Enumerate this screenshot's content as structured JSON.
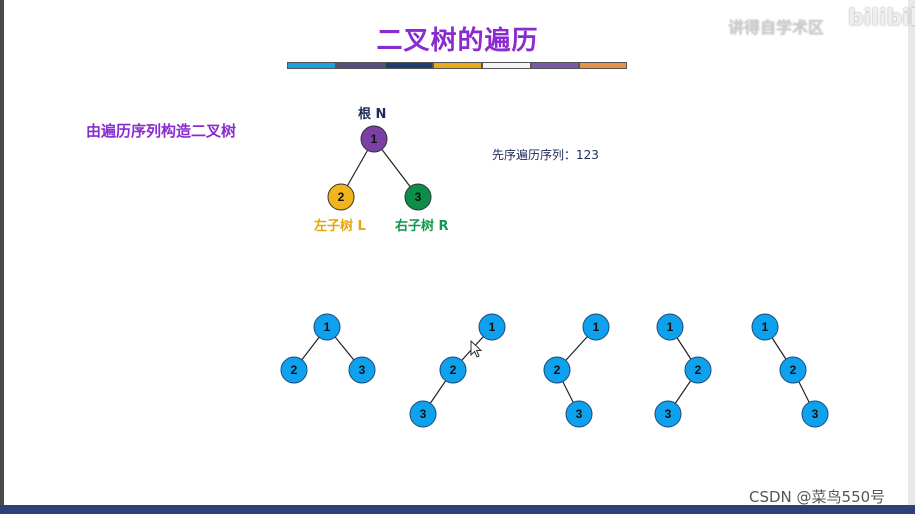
{
  "slide": {
    "title": "二叉树的遍历",
    "subtitle": "由遍历序列构造二叉树",
    "preorder_text": "先序遍历序列：123",
    "color_bar": [
      "#1aa1e0",
      "#5a4f7c",
      "#1f3c6e",
      "#e6a91f",
      "#f4f4f4",
      "#7a5aa6",
      "#e8914a"
    ]
  },
  "top_tree": {
    "root_label": "根 N",
    "root_value": "1",
    "left_value": "2",
    "right_value": "3",
    "left_caption": "左子树 L",
    "right_caption": "右子树 R",
    "colors": {
      "root": "#7b3fa5",
      "left": "#f1b41a",
      "right": "#0c8d4a",
      "left_text": "#e8a50a",
      "right_text": "#12954c",
      "root_text": "#1e2a5a"
    }
  },
  "shapes": [
    {
      "name": "shape-1",
      "nodes": [
        "1",
        "2",
        "3"
      ]
    },
    {
      "name": "shape-2",
      "nodes": [
        "1",
        "2",
        "3"
      ]
    },
    {
      "name": "shape-3",
      "nodes": [
        "1",
        "2",
        "3"
      ]
    },
    {
      "name": "shape-4",
      "nodes": [
        "1",
        "2",
        "3"
      ]
    },
    {
      "name": "shape-5",
      "nodes": [
        "1",
        "2",
        "3"
      ]
    }
  ],
  "node_color": "#0ea2ee",
  "watermark": {
    "text": "讲得自学术区",
    "logo": "bilibili"
  },
  "footer": {
    "credit": "CSDN @菜鸟550号"
  }
}
